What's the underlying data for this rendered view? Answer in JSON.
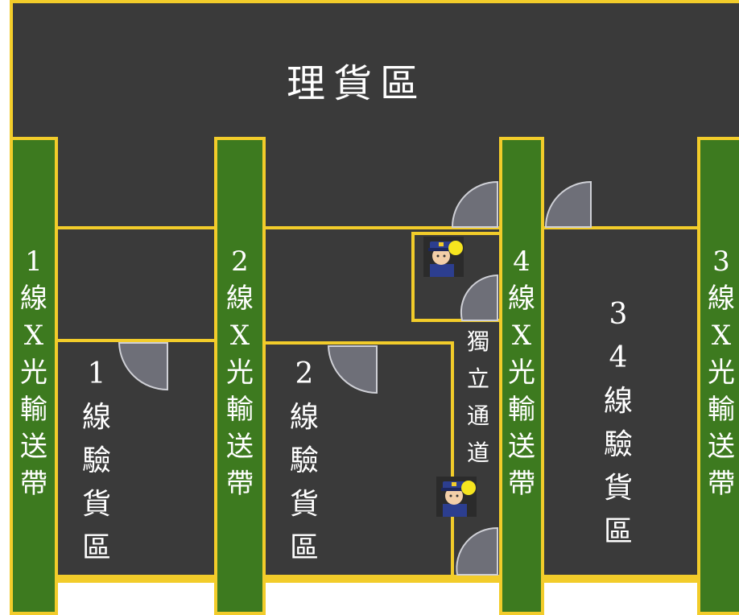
{
  "title": "理貨區",
  "belts": {
    "belt1": [
      "1",
      "線",
      "X",
      "光",
      "輸",
      "送",
      "帶"
    ],
    "belt2": [
      "2",
      "線",
      "X",
      "光",
      "輸",
      "送",
      "帶"
    ],
    "belt4": [
      "4",
      "線",
      "X",
      "光",
      "輸",
      "送",
      "帶"
    ],
    "belt3": [
      "3",
      "線",
      "X",
      "光",
      "輸",
      "送",
      "帶"
    ]
  },
  "rooms": {
    "inspect1": [
      "1",
      "線",
      "驗",
      "貨",
      "區"
    ],
    "inspect2": [
      "2",
      "線",
      "驗",
      "貨",
      "區"
    ],
    "inspect34": [
      "3",
      "4",
      "線",
      "驗",
      "貨",
      "區"
    ],
    "passage": [
      "獨",
      "立",
      "通",
      "道"
    ]
  },
  "colors": {
    "floor": "#3a3a3a",
    "wall": "#f2cc2a",
    "belt": "#3d7a1f",
    "door": "#6e6f78"
  },
  "icons": [
    "door-swing-icon",
    "security-guard-icon"
  ]
}
